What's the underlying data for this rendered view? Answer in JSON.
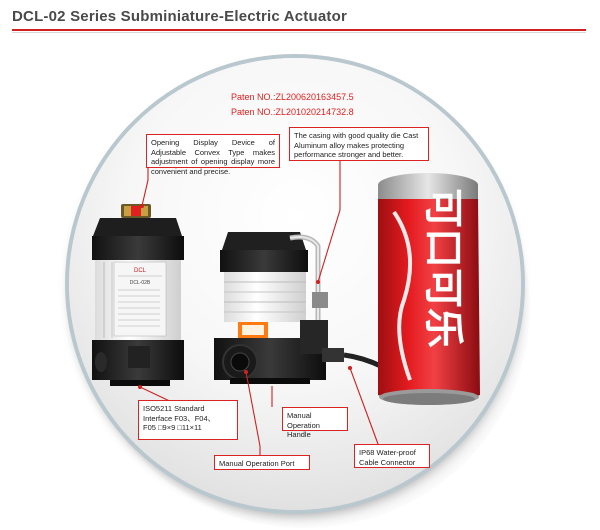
{
  "header": {
    "title": "DCL-02 Series Subminiature-Electric Actuator"
  },
  "patents": [
    "Paten NO.:ZL200620163457.5",
    "Paten NO.:ZL201020214732.8"
  ],
  "callouts": {
    "opening_display": "Opening Display Device of Adjustable Convex Type makes adjustment of opening display more convenient and precise.",
    "casing": "The casing with good quality die Cast Aluminum alloy makes protecting performance stronger and better.",
    "iso": {
      "line1": "ISO5211 Standard",
      "line2": "Interface F03、F04、",
      "line3": "F05 □9×9 □11×11"
    },
    "manual_handle": {
      "line1": "Manual Operation",
      "line2": "Handle"
    },
    "manual_port": "Manual Operation Port",
    "cable": {
      "line1": "IP68 Water-proof",
      "line2": "Cable Connector"
    }
  },
  "product_label": {
    "brand": "DCL",
    "model": "DCL-02B"
  },
  "can_label": "可口可乐",
  "colors": {
    "accent_red": "#d02020",
    "disc_ring": "#b9c7ce"
  }
}
